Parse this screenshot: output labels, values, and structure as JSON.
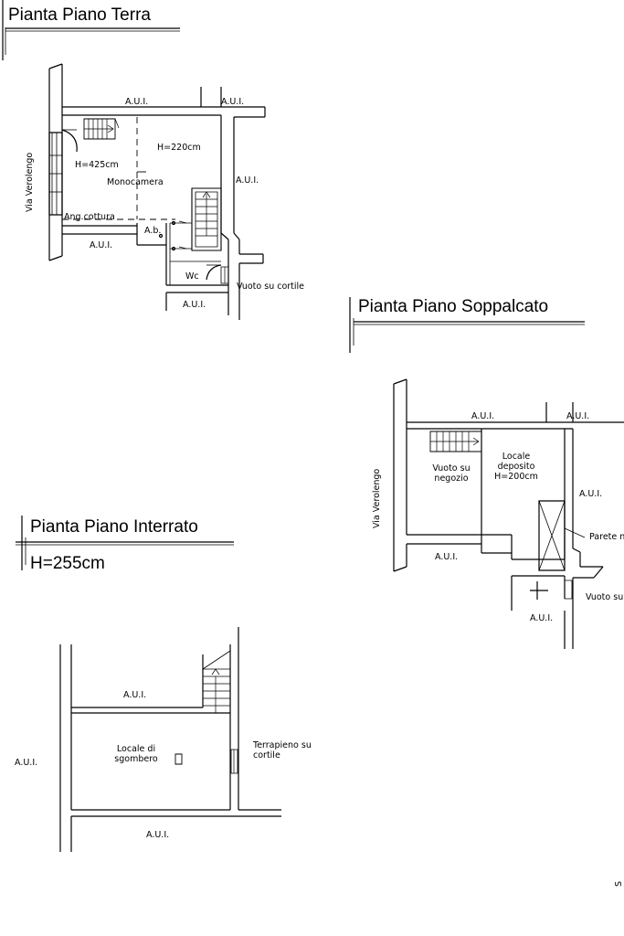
{
  "titles": {
    "terra": "Pianta Piano Terra",
    "soppalcato": "Pianta Piano Soppalcato",
    "interrato": "Pianta Piano Interrato",
    "interrato_height": "H=255cm"
  },
  "terra": {
    "aui_top_left": "A.U.I.",
    "aui_top_right": "A.U.I.",
    "aui_right": "A.U.I.",
    "aui_left": "A.U.I.",
    "aui_bottom": "A.U.I.",
    "street": "Via Verolengo",
    "h425": "H=425cm",
    "h220": "H=220cm",
    "room": "Monocamera",
    "kitchen": "Ang.cottura",
    "ab": "A.b.",
    "wc": "Wc",
    "void": "Vuoto su cortile"
  },
  "soppalcato": {
    "aui_top_left": "A.U.I.",
    "aui_top_right": "A.U.I.",
    "aui_right": "A.U.I.",
    "aui_left": "A.U.I.",
    "aui_bottom": "A.U.I.",
    "street": "Via Verolengo",
    "void_shop_1": "Vuoto su",
    "void_shop_2": "negozio",
    "storage_1": "Locale",
    "storage_2": "deposito",
    "storage_3": "H=200cm",
    "partition": "Parete no",
    "void_court": "Vuoto su"
  },
  "interrato": {
    "aui_top": "A.U.I.",
    "aui_left": "A.U.I.",
    "aui_bottom": "A.U.I.",
    "room_1": "Locale di",
    "room_2": "sgombero",
    "fill_1": "Terrapieno su",
    "fill_2": "cortile"
  },
  "page_mark": "S",
  "colors": {
    "ink": "#000000",
    "paper": "#ffffff"
  }
}
